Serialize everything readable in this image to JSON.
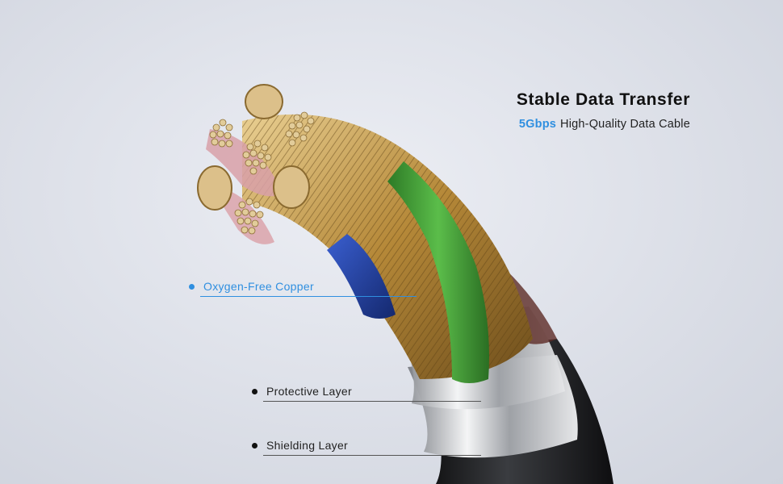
{
  "headline": {
    "title": "Stable Data Transfer",
    "speed": "5Gbps",
    "subtitle": "High-Quality Data Cable"
  },
  "callouts": [
    {
      "label": "Oxygen-Free Copper",
      "color": "#2f8fe0"
    },
    {
      "label": "Protective Layer",
      "color": "#111111"
    },
    {
      "label": "Shielding Layer",
      "color": "#111111"
    }
  ],
  "colors": {
    "accent": "#2f8fe0",
    "copper": "#c9a15a",
    "green_wire": "#3f9a38",
    "blue_wire": "#1f3f9e",
    "pink_wire": "#d8a0a8",
    "jacket": "#1a1b1d",
    "shielding": "#c7c9cc"
  }
}
